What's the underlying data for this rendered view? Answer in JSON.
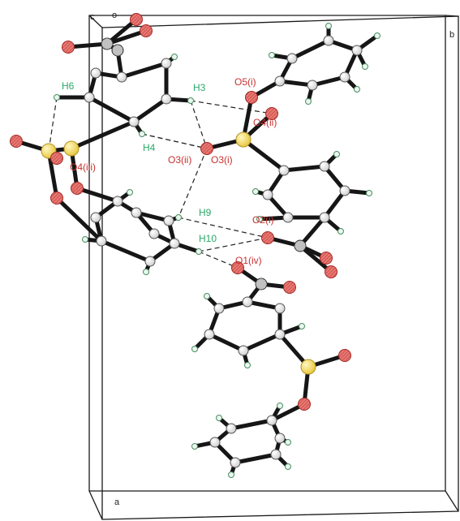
{
  "colors": {
    "oxygen_label": "#c8312f",
    "hydrogen_label": "#2aa86a",
    "carbon": "#f2f2f2",
    "oxygen": "#d9534f",
    "sulfur": "#f2d64b",
    "nitrogen": "#bdbdbd",
    "hydrogen": "#eaf7ee",
    "bond": "#161616"
  },
  "axes": {
    "origin": "o",
    "c": "c",
    "b": "b",
    "a": "a"
  },
  "labels": {
    "H6": "H6",
    "H3": "H3",
    "O5i": "O5(i)",
    "O4ii": "O4(ii)",
    "H4": "H4",
    "O3ii": "O3(ii)",
    "O3i": "O3(i)",
    "O4iii": "O4(iii)",
    "H9": "H9",
    "O2i": "O2(i)",
    "H10": "H10",
    "O1iv": "O1(iv)"
  }
}
